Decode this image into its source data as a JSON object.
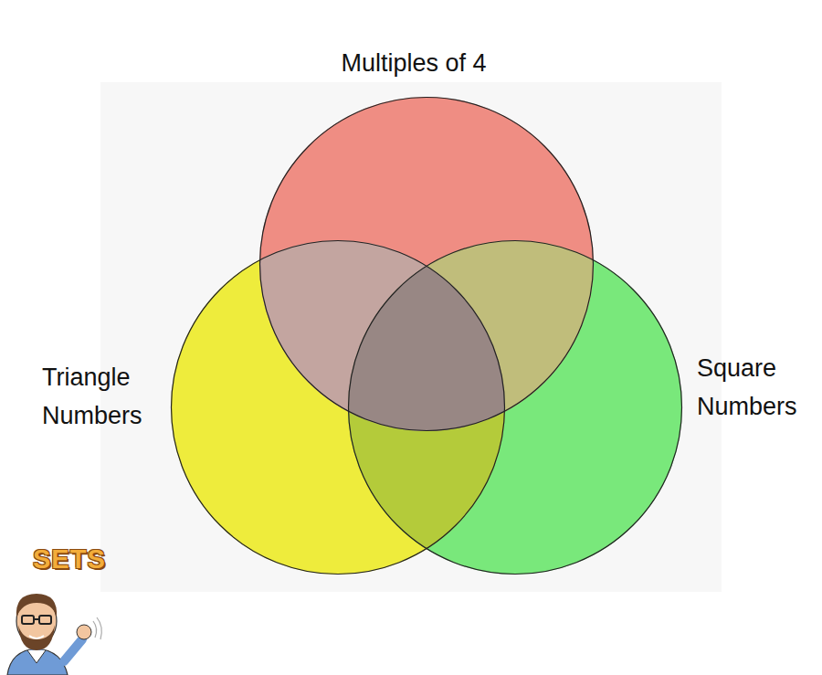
{
  "diagram": {
    "nodes": [
      {
        "text": [
          "Multiples of 4"
        ]
      },
      {
        "text": [
          "Triangle Numbers"
        ]
      },
      {
        "text": [
          "Square Numbers"
        ]
      }
    ],
    "labels": [
      "SETS"
    ]
  }
}
